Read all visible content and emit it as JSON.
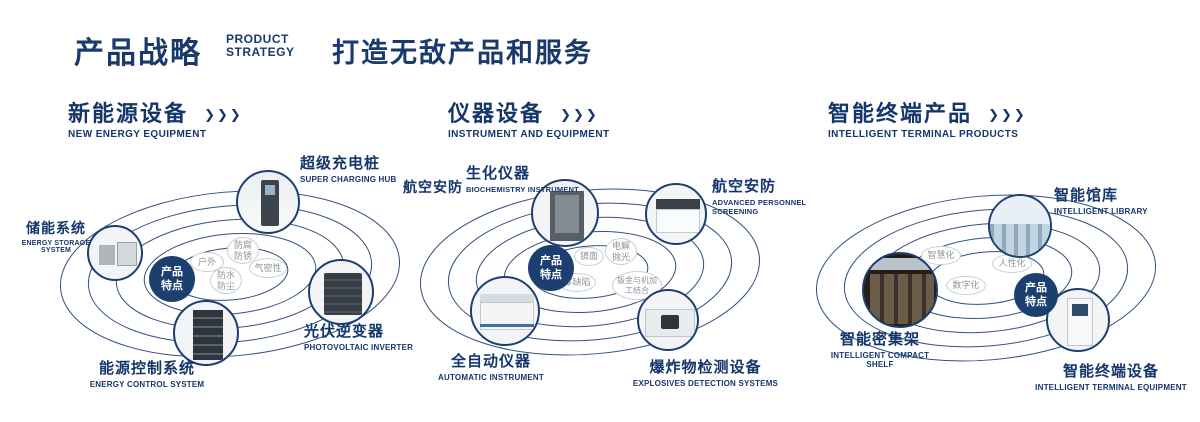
{
  "ui": {
    "arrow": "❯❯❯",
    "navy": "#1a3a6d"
  },
  "header": {
    "title_cn": "产品战略",
    "title_en1": "PRODUCT",
    "title_en2": "STRATEGY",
    "subtitle": "打造无敌产品和服务"
  },
  "sections": [
    {
      "title": "新能源设备",
      "subtitle_en": "NEW ENERGY EQUIPMENT",
      "badge": "产品特点",
      "tags": [
        "户外",
        "防腐防锈",
        "气密性",
        "防水防尘"
      ],
      "products": [
        {
          "name": "储能系统",
          "en": "ENERGY STORAGE SYSTEM"
        },
        {
          "name": "超级充电桩",
          "en": "SUPER CHARGING HUB"
        },
        {
          "name": "光伏逆变器",
          "en": "PHOTOVOLTAIC INVERTER"
        },
        {
          "name": "能源控制系统",
          "en": "ENERGY CONTROL SYSTEM"
        }
      ]
    },
    {
      "title": "仪器设备",
      "subtitle_en": "INSTRUMENT AND EQUIPMENT",
      "badge": "产品特点",
      "extra_label": "航空安防",
      "tags": [
        "镜面",
        "电解抛光",
        "零缺陷",
        "钣金与机加工结合"
      ],
      "products": [
        {
          "name": "生化仪器",
          "en": "BIOCHEMISTRY INSTRUMENT"
        },
        {
          "name": "航空安防",
          "en": "ADVANCED PERSONNEL SCREENING"
        },
        {
          "name": "全自动仪器",
          "en": "AUTOMATIC INSTRUMENT"
        },
        {
          "name": "爆炸物检测设备",
          "en": "EXPLOSIVES DETECTION SYSTEMS"
        }
      ]
    },
    {
      "title": "智能终端产品",
      "subtitle_en": "INTELLIGENT TERMINAL PRODUCTS",
      "badge": "产品特点",
      "tags": [
        "智慧化",
        "人性化",
        "数字化"
      ],
      "products": [
        {
          "name": "智能馆库",
          "en": "INTELLIGENT LIBRARY"
        },
        {
          "name": "智能密集架",
          "en": "INTELLIGENT COMPACT SHELF"
        },
        {
          "name": "智能终端设备",
          "en": "INTELLIGENT TERMINAL EQUIPMENT"
        }
      ]
    }
  ]
}
